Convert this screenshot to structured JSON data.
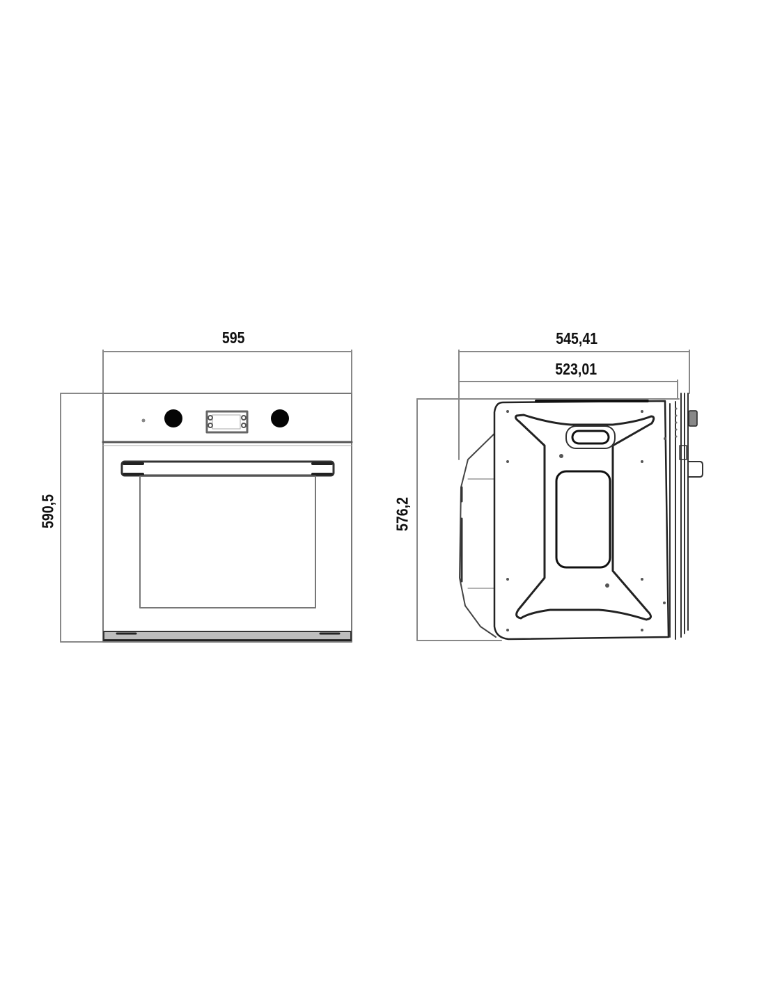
{
  "drawing": {
    "type": "technical dimension drawing",
    "subject": "built-in oven",
    "units": "mm",
    "line_color": "#888888",
    "stroke_color": "#222222",
    "background": "#ffffff"
  },
  "front_view": {
    "width_label": "595",
    "height_label": "590,5",
    "features": [
      "control-panel",
      "left-knob",
      "display",
      "right-knob",
      "indicator-light",
      "door-handle",
      "door-window",
      "bottom-vent"
    ]
  },
  "side_view": {
    "depth_total_label": "545,41",
    "depth_body_label": "523,01",
    "height_label": "576,2",
    "features": [
      "side-panel",
      "embossed-frame",
      "top-handle-recess",
      "center-window-recess",
      "front-fascia",
      "knob",
      "door-handle"
    ]
  }
}
